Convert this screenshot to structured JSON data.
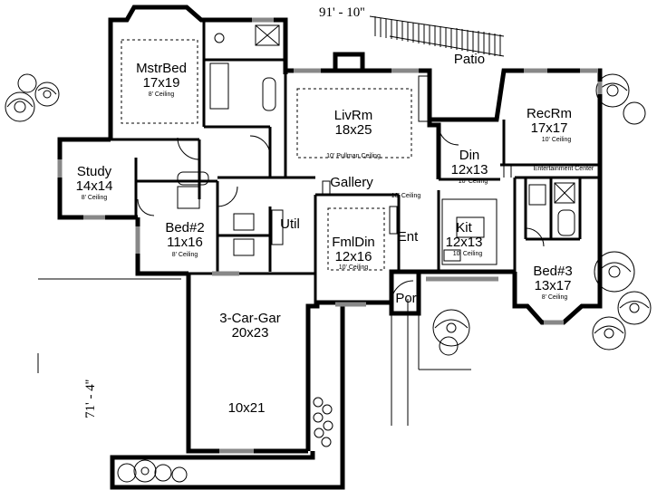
{
  "dimensions": {
    "width": "91' - 10''",
    "depth": "71' - 4''"
  },
  "rooms": {
    "mstr": {
      "name": "MstrBed",
      "size": "17x19",
      "ceiling": "8' Ceiling"
    },
    "liv": {
      "name": "LivRm",
      "size": "18x25",
      "ceiling": "10' Pullman Ceiling"
    },
    "patio": {
      "name": "Patio"
    },
    "rec": {
      "name": "RecRm",
      "size": "17x17",
      "ceiling": "10' Ceiling"
    },
    "study": {
      "name": "Study",
      "size": "14x14",
      "ceiling": "8' Ceiling"
    },
    "gallery": {
      "name": "Gallery",
      "ceiling": "10' Ceiling"
    },
    "din": {
      "name": "Din",
      "size": "12x13",
      "ceiling": "10' Ceiling"
    },
    "ent_center": {
      "name": "Entertainment Center"
    },
    "bed2": {
      "name": "Bed#2",
      "size": "11x16",
      "ceiling": "8' Ceiling"
    },
    "util": {
      "name": "Util"
    },
    "fmldin": {
      "name": "FmlDin",
      "size": "12x16",
      "ceiling": "10' Ceiling"
    },
    "ent": {
      "name": "Ent"
    },
    "kit": {
      "name": "Kit",
      "size": "12x13",
      "ceiling": "10' Ceiling"
    },
    "bed3": {
      "name": "Bed#3",
      "size": "13x17",
      "ceiling": "8' Ceiling"
    },
    "por": {
      "name": "Por"
    },
    "garage": {
      "name": "3-Car-Gar",
      "size": "20x23",
      "size2": "10x21"
    }
  }
}
